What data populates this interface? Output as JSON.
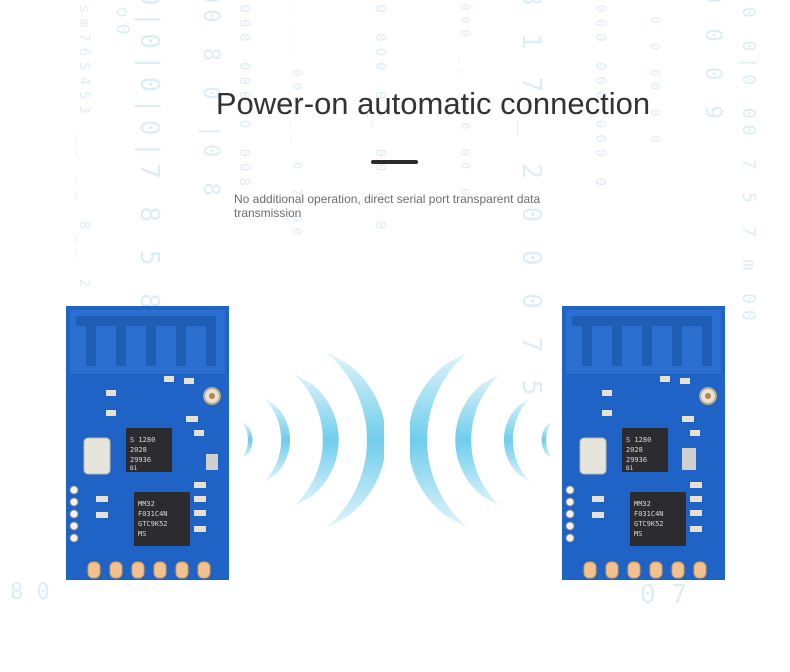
{
  "headline": "Power-on automatic connection",
  "subtitle": "No additional operation, direct serial port transparent data transmission",
  "colors": {
    "pcb_blue": "#1f63c6",
    "pcb_dark": "#17509f",
    "wave_cyan": "#7fd3ee",
    "pad_gold": "#f1c28d",
    "background_code": "#cfe6f2"
  },
  "modules": [
    {
      "side": "left",
      "chip_text": [
        "MM32",
        "F031C4N",
        "GTC9K52",
        "MS"
      ],
      "rf_text": [
        "S 1280",
        "2028",
        "29936",
        "B1"
      ]
    },
    {
      "side": "right",
      "chip_text": [
        "MM32",
        "F031C4N",
        "GTC9K52",
        "MS"
      ],
      "rf_text": [
        "S 1280",
        "2028",
        "29936",
        "B1"
      ]
    }
  ],
  "icons": {
    "wave_left": "wireless-signal-right-icon",
    "wave_right": "wireless-signal-left-icon"
  }
}
